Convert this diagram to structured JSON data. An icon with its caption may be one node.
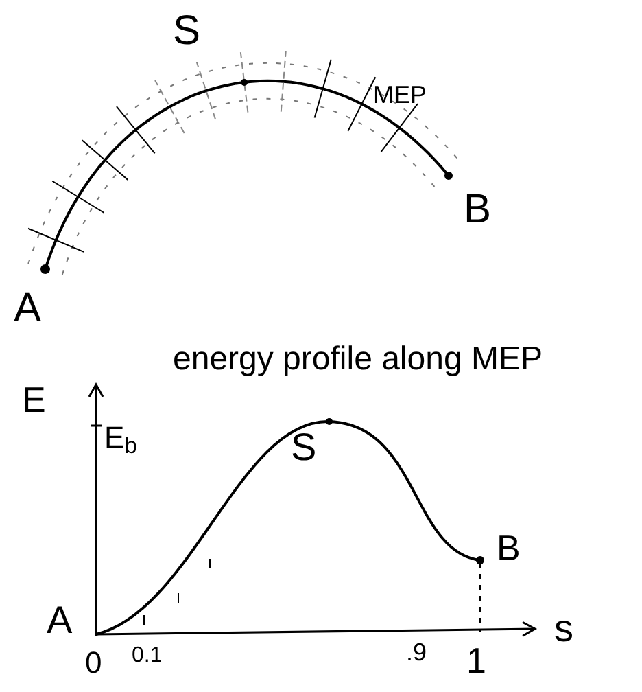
{
  "diagram": {
    "labels": [
      "S",
      "MEP",
      "A",
      "B",
      "energy profile along MEP",
      "E",
      "E$_{b}$",
      "S",
      "A",
      "B",
      "s",
      "0",
      "0.1",
      ".9",
      "1"
    ]
  }
}
